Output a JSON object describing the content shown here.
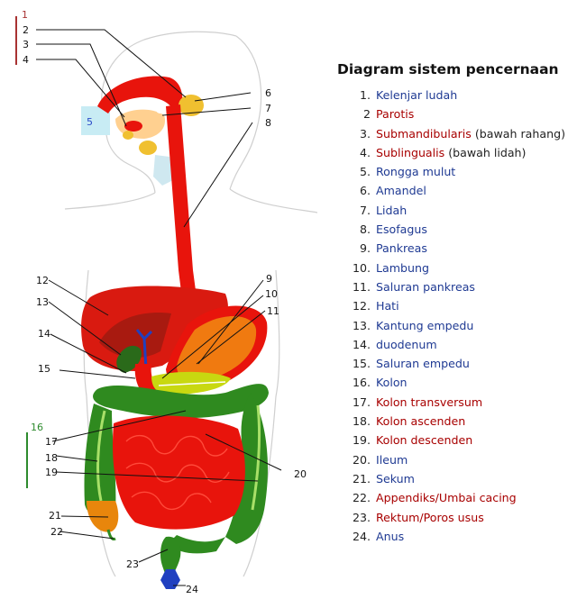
{
  "legend": {
    "title": "Diagram sistem pencernaan",
    "items": [
      {
        "num": "1.",
        "term": "Kelenjar ludah",
        "note": "",
        "color": "#1f3a93"
      },
      {
        "num": "2",
        "term": "Parotis",
        "note": "",
        "color": "#a80000"
      },
      {
        "num": "3.",
        "term": "Submandibularis",
        "note": " (bawah rahang)",
        "color": "#a80000"
      },
      {
        "num": "4.",
        "term": "Sublingualis",
        "note": " (bawah lidah)",
        "color": "#a80000"
      },
      {
        "num": "5.",
        "term": "Rongga mulut",
        "note": "",
        "color": "#1f3a93"
      },
      {
        "num": "6.",
        "term": "Amandel",
        "note": "",
        "color": "#1f3a93"
      },
      {
        "num": "7.",
        "term": "Lidah",
        "note": "",
        "color": "#1f3a93"
      },
      {
        "num": "8.",
        "term": "Esofagus",
        "note": "",
        "color": "#1f3a93"
      },
      {
        "num": "9.",
        "term": "Pankreas",
        "note": "",
        "color": "#1f3a93"
      },
      {
        "num": "10.",
        "term": "Lambung",
        "note": "",
        "color": "#1f3a93"
      },
      {
        "num": "11.",
        "term": "Saluran pankreas",
        "note": "",
        "color": "#1f3a93"
      },
      {
        "num": "12.",
        "term": "Hati",
        "note": "",
        "color": "#1f3a93"
      },
      {
        "num": "13.",
        "term": "Kantung empedu",
        "note": "",
        "color": "#1f3a93"
      },
      {
        "num": "14.",
        "term": "duodenum",
        "note": "",
        "color": "#1f3a93"
      },
      {
        "num": "15.",
        "term": "Saluran empedu",
        "note": "",
        "color": "#1f3a93"
      },
      {
        "num": "16.",
        "term": "Kolon",
        "note": "",
        "color": "#1f3a93"
      },
      {
        "num": "17.",
        "term": "Kolon transversum",
        "note": "",
        "color": "#a80000"
      },
      {
        "num": "18.",
        "term": "Kolon ascenden",
        "note": "",
        "color": "#a80000"
      },
      {
        "num": "19.",
        "term": "Kolon descenden",
        "note": "",
        "color": "#a80000"
      },
      {
        "num": "20.",
        "term": "Ileum",
        "note": "",
        "color": "#1f3a93"
      },
      {
        "num": "21.",
        "term": "Sekum",
        "note": "",
        "color": "#1f3a93"
      },
      {
        "num": "22.",
        "term": "Appendiks/Umbai cacing",
        "note": "",
        "color": "#a80000"
      },
      {
        "num": "23.",
        "term": "Rektum/Poros usus",
        "note": "",
        "color": "#a80000"
      },
      {
        "num": "24.",
        "term": "Anus",
        "note": "",
        "color": "#1f3a93"
      }
    ]
  },
  "callouts": {
    "n1": "1",
    "n2": "2",
    "n3": "3",
    "n4": "4",
    "n5": "5",
    "n6": "6",
    "n7": "7",
    "n8": "8",
    "n9": "9",
    "n10": "10",
    "n11": "11",
    "n12": "12",
    "n13": "13",
    "n14": "14",
    "n15": "15",
    "n16": "16",
    "n17": "17",
    "n18": "18",
    "n19": "19",
    "n20": "20",
    "n21": "21",
    "n22": "22",
    "n23": "23",
    "n24": "24"
  },
  "colors": {
    "gland_bracket": "#a83232",
    "colon_bracket": "#2e8b2e",
    "digestive_red": "#e8140c",
    "liver": "#d91a10",
    "liver_dark": "#a81a10",
    "stomach": "#f07a10",
    "pancreas": "#c8d810",
    "colon_green": "#2f8a1f",
    "rectum_blue": "#2040c0",
    "gland_yellow": "#f0c030",
    "oral_cavity_box": "#c8ecf4"
  }
}
